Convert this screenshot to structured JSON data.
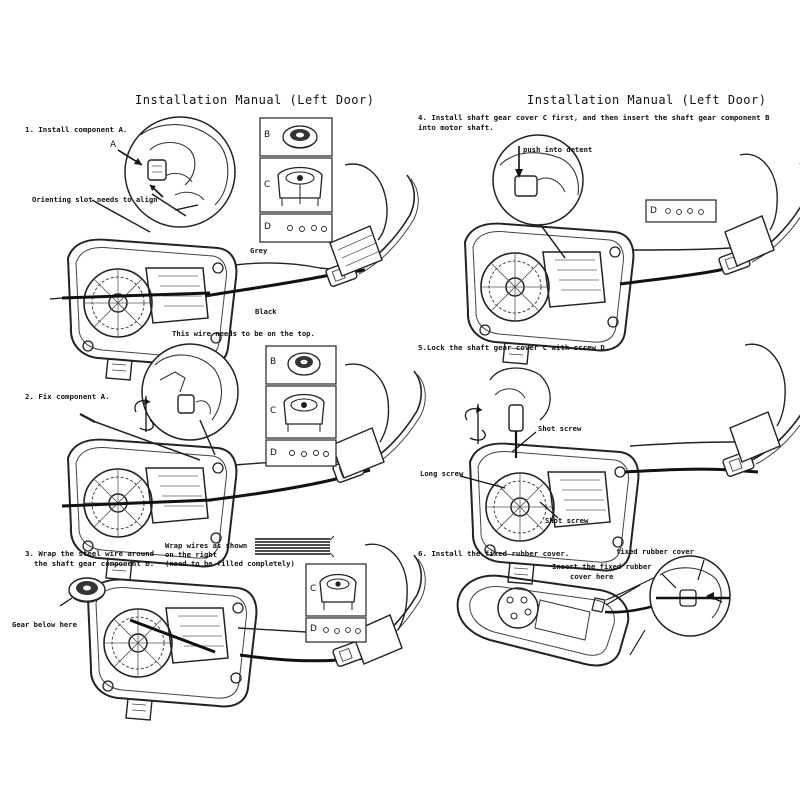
{
  "left": {
    "title": "Installation Manual (Left Door)",
    "step1": "1. Install component A.",
    "step1_label_a": "A",
    "step1_orient": "Orienting slot needs to align",
    "step1_grey": "Grey",
    "step1_black": "Black",
    "step1_top": "This wire needs to be on the top.",
    "step2": "2. Fix component A.",
    "step3_line1": "3. Wrap the steel wire around",
    "step3_line2": "the shaft gear component B.",
    "step3_wrap1": "Wrap wires as shown",
    "step3_wrap2": "on the right",
    "step3_wrap3": "(need to be filled completely)",
    "step3_gear": "Gear below here",
    "box_b": "B",
    "box_c": "C",
    "box_d": "D"
  },
  "right": {
    "title": "Installation Manual (Left Door)",
    "step4_line1": "4. Install shaft gear cover C first, and then insert the shaft gear component B",
    "step4_line2": "into motor shaft.",
    "step4_push": "push into detent",
    "step5": "5.Lock the shaft gear cover C with screw D.",
    "step5_shot1": "Shot screw",
    "step5_long": "Long screw",
    "step5_shot2": "Shot screw",
    "step6": "6. Install the fixed rubber cover.",
    "step6_fixed": "fixed rubber cover",
    "step6_insert1": "Insert the fixed rubber",
    "step6_insert2": "cover here",
    "box_d": "D"
  }
}
